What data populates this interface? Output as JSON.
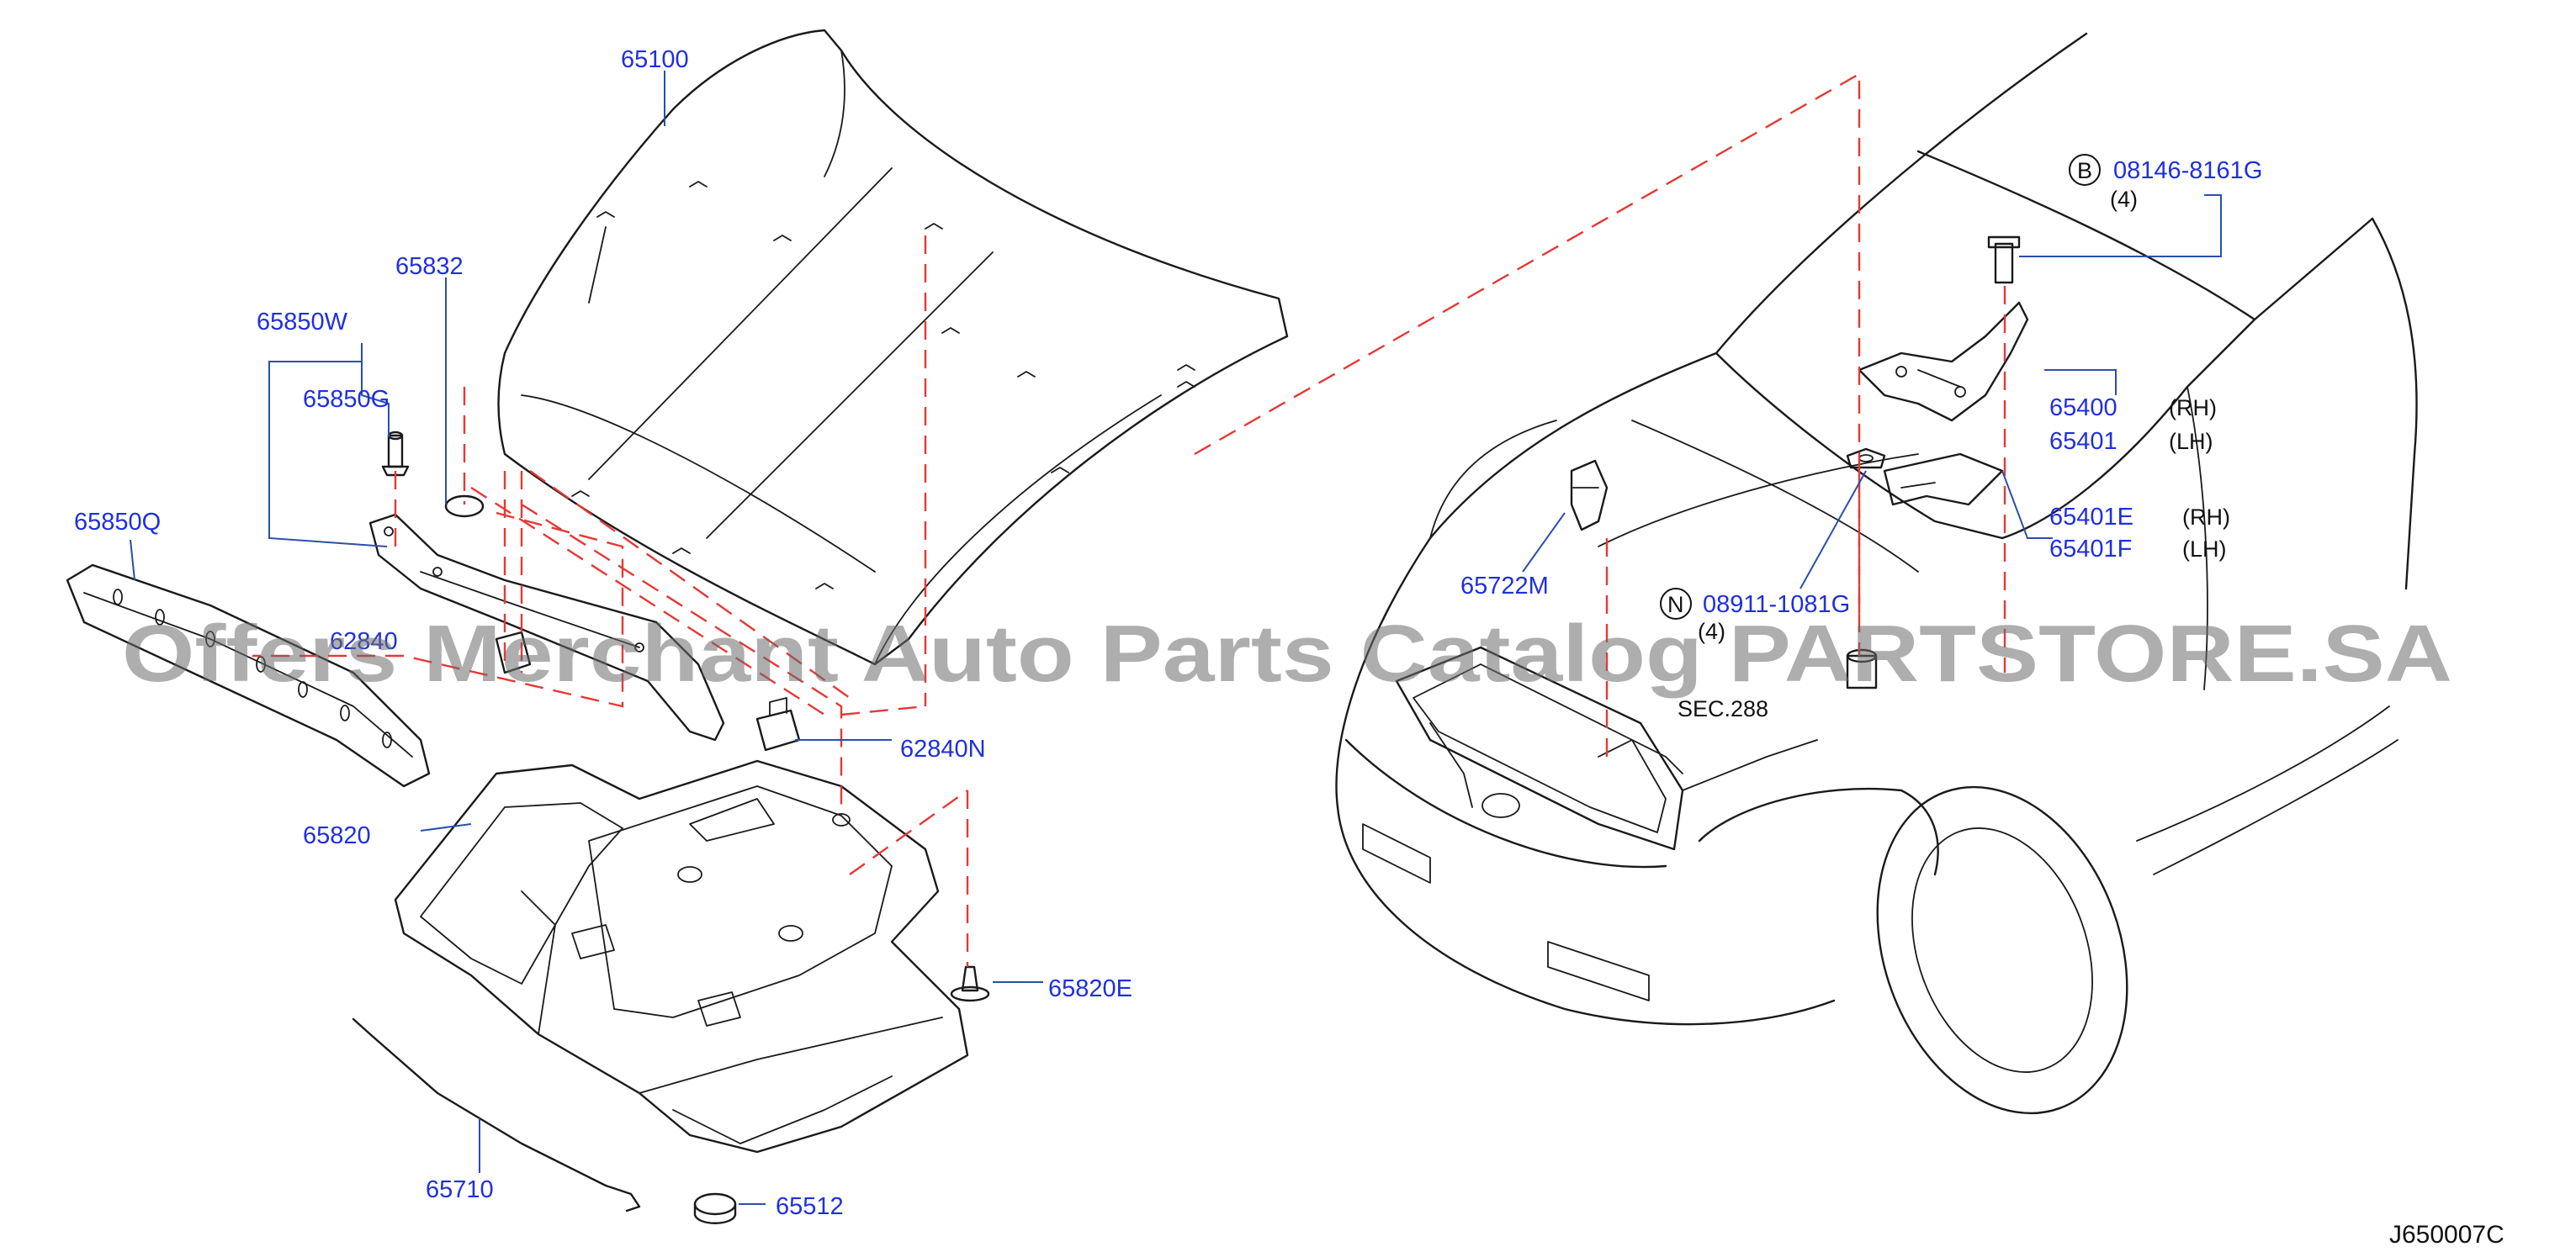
{
  "diagram_code": "J650007C",
  "watermark": "Offers Merchant Auto Parts Catalog PARTSTORE.SA",
  "colors": {
    "part_number": "#1f2fe0",
    "dashed_guide": "#e53935",
    "line": "#1a1a1a"
  },
  "labels": {
    "p65100": "65100",
    "p65832": "65832",
    "p65850W": "65850W",
    "p65850G": "65850G",
    "p65850Q": "65850Q",
    "p62840N": "62840N",
    "p65820": "65820",
    "p65820E": "65820E",
    "p65710": "65710",
    "p65512": "65512",
    "p65722M": "65722M",
    "p08146": "08146-8161G",
    "p08146_qty": "(4)",
    "p08911": "08911-1081G",
    "p08911_qty": "(4)",
    "p65400": "65400",
    "p65401": "65401",
    "p65401E": "65401E",
    "p65401F": "65401F",
    "rh1": "(RH)",
    "lh1": "(LH)",
    "rh2": "(RH)",
    "lh2": "(LH)",
    "sec288": "SEC.288",
    "hidden_label": "62840"
  },
  "symbols": {
    "bolt_B": "B",
    "nut_N": "N"
  }
}
